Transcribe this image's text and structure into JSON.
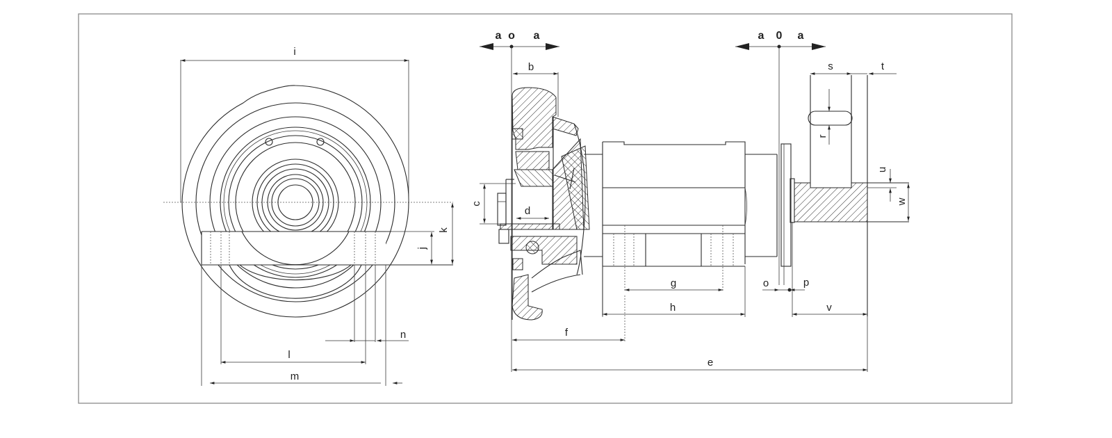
{
  "drawing": {
    "colors": {
      "line": "#2a2a2a",
      "frame": "#8a8a8a",
      "background": "#ffffff"
    },
    "front_view": {
      "dimensions": {
        "i": "i",
        "j": "j",
        "k": "k",
        "l": "l",
        "m": "m",
        "n": "n"
      }
    },
    "side_view": {
      "datum_left": {
        "left": "a",
        "zero": "o",
        "right": "a"
      },
      "datum_right": {
        "left": "a",
        "zero": "0",
        "right": "a"
      },
      "dimensions": {
        "b": "b",
        "c": "c",
        "d": "d",
        "e": "e",
        "f": "f",
        "g": "g",
        "h": "h",
        "o": "o",
        "p": "p",
        "r": "r",
        "s": "s",
        "t": "t",
        "u": "u",
        "v": "v",
        "w": "w"
      }
    }
  }
}
